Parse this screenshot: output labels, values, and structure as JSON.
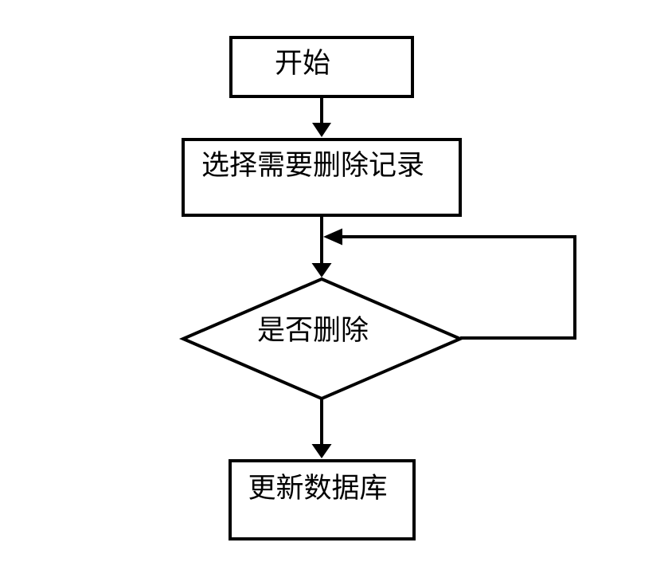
{
  "diagram": {
    "type": "flowchart",
    "background_color": "#ffffff",
    "line_color": "#000000",
    "text_color": "#000000",
    "nodes": [
      {
        "id": "start",
        "shape": "rectangle",
        "label": "开始"
      },
      {
        "id": "select-records",
        "shape": "rectangle",
        "label": "选择需要删除记录"
      },
      {
        "id": "confirm-delete",
        "shape": "diamond",
        "label": "是否删除"
      },
      {
        "id": "update-database",
        "shape": "rectangle",
        "label": "更新数据库"
      }
    ],
    "edges": [
      {
        "from": "start",
        "to": "select-records",
        "type": "arrow-down"
      },
      {
        "from": "select-records",
        "to": "confirm-delete",
        "type": "arrow-down"
      },
      {
        "from": "confirm-delete",
        "to": "confirm-delete",
        "type": "loop-back-right"
      },
      {
        "from": "confirm-delete",
        "to": "update-database",
        "type": "arrow-down"
      }
    ]
  }
}
